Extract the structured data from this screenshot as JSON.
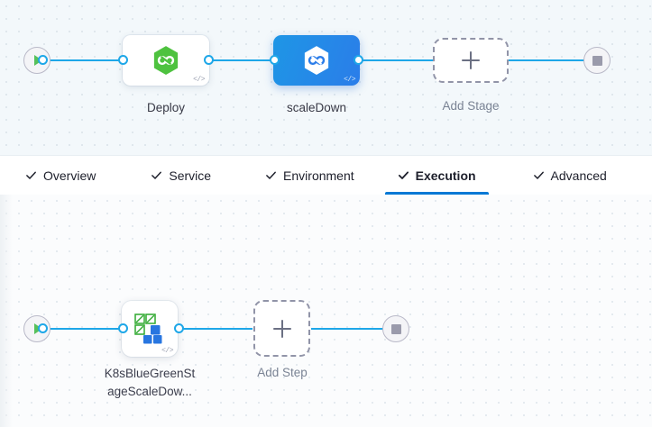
{
  "stage_canvas": {
    "background_color": "#f3f8fb",
    "start_node": {
      "name": "pipeline-start",
      "icon": "play-icon"
    },
    "end_node": {
      "name": "pipeline-end",
      "icon": "stop-icon"
    },
    "stages": [
      {
        "label": "Deploy",
        "icon": "kubernetes-deploy-hexagon-icon",
        "selected": false,
        "code_marker": "</>"
      },
      {
        "label": "scaleDown",
        "icon": "kubernetes-deploy-hexagon-icon",
        "selected": true,
        "code_marker": "</>"
      }
    ],
    "add_stage": {
      "label": "Add Stage",
      "icon": "plus-icon"
    }
  },
  "tabbar": {
    "tabs": [
      {
        "label": "Overview",
        "checked": true,
        "active": false
      },
      {
        "label": "Service",
        "checked": true,
        "active": false
      },
      {
        "label": "Environment",
        "checked": true,
        "active": false
      },
      {
        "label": "Execution",
        "checked": true,
        "active": true
      },
      {
        "label": "Advanced",
        "checked": true,
        "active": false
      }
    ],
    "active_tab": "Execution",
    "accent_color": "#0278d5"
  },
  "step_canvas": {
    "background_color": "#fbfcfd",
    "start_node": {
      "name": "execution-start",
      "icon": "play-icon"
    },
    "end_node": {
      "name": "execution-end",
      "icon": "stop-icon"
    },
    "steps": [
      {
        "label_line1": "K8sBlueGreenSt",
        "label_line2": "ageScaleDow...",
        "icon": "k8s-blue-green-tiles-icon",
        "code_marker": "</>"
      }
    ],
    "add_step": {
      "label": "Add Step",
      "icon": "plus-icon"
    }
  },
  "colors": {
    "edge": "#1ea7e8",
    "selected_stage_from": "#1e96e6",
    "selected_stage_to": "#2b7de9",
    "deploy_hex_green": "#4ec23f",
    "tile_green": "#2fa82f",
    "tile_blue": "#2876e0",
    "play_green": "#57c05b",
    "stop_gray": "#9a9aab",
    "dashed_border": "#9194a8"
  }
}
